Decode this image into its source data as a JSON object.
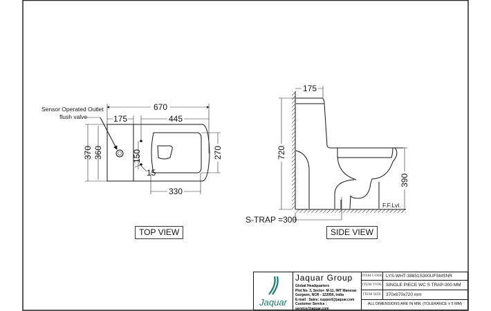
{
  "top_view": {
    "label": "TOP VIEW",
    "annotation_line1": "Sensor Operated Outlet",
    "annotation_line2": "flush valve",
    "dims": {
      "overall_length": "670",
      "tank_depth": "175",
      "bowl_length": "445",
      "overall_width": "370",
      "tank_width": "360",
      "seat_width": "270",
      "seat_length": "330",
      "hole_spacing": "150",
      "hole_offset": "15"
    }
  },
  "side_view": {
    "label": "SIDE VIEW",
    "dims": {
      "tank_depth": "175",
      "overall_height": "720",
      "seat_height": "390"
    },
    "s_trap": "S-TRAP =300",
    "floor_label": "F.F.Lvl."
  },
  "title_block": {
    "brand": "Jaquar",
    "company": "Jaquar Group",
    "hq_title": "Global Headquarters",
    "address1": "Plot No. 3, Sector- M-11, IMT Manesar",
    "address2": "Gurgaon, NCR - 122050, India",
    "email": "E-mail : Sales: support@jaquar.com",
    "service": "Customer Service : service@jaquar.com",
    "rows": [
      {
        "label": "ITEM CODE",
        "value": "LYS-WHT-38851S300UFSMSNR"
      },
      {
        "label": "ITEM TYPE",
        "value": "SINGLE PIECE WC S TRAP-300 MM"
      },
      {
        "label": "ITEM SIZE",
        "value": "370x670x720 mm"
      }
    ],
    "note": "ALL DIMENSIONS ARE IN MM. (TOLERANCE ± 5 MM)",
    "brand_color": "#1a7a6e"
  }
}
